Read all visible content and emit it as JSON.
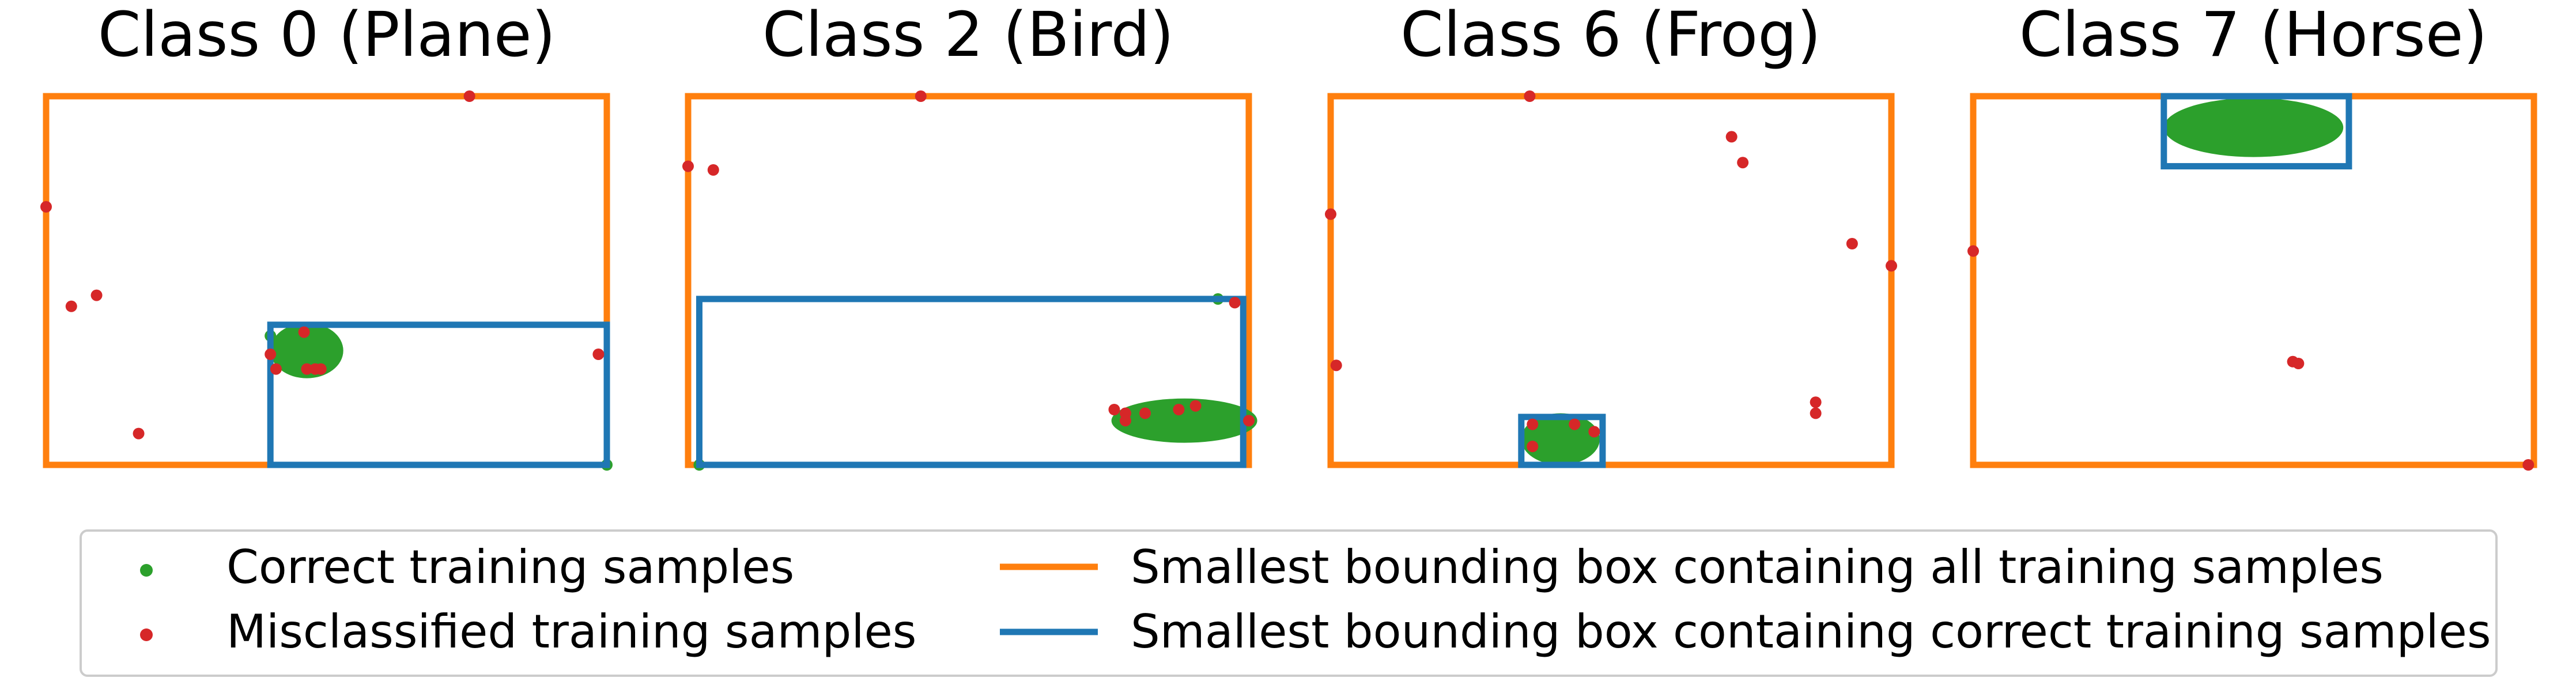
{
  "chart_data": {
    "type": "scatter",
    "panels": [
      {
        "title": "Class 0 (Plane)",
        "xlim": [
          0,
          1
        ],
        "ylim": [
          0,
          1
        ],
        "all_box": [
          0,
          0,
          1,
          1
        ],
        "correct_box": [
          0.4,
          0,
          1,
          0.38
        ],
        "correct_cluster": {
          "cx": 0.465,
          "cy": 0.31,
          "rx": 0.065,
          "ry": 0.075
        },
        "correct_points": [
          [
            0.4,
            0.35
          ],
          [
            1.0,
            0.0
          ]
        ],
        "misclassified_points": [
          [
            0.0,
            0.7
          ],
          [
            0.755,
            1.0
          ],
          [
            0.045,
            0.43
          ],
          [
            0.09,
            0.46
          ],
          [
            0.165,
            0.085
          ],
          [
            0.4,
            0.3
          ],
          [
            0.41,
            0.26
          ],
          [
            0.465,
            0.26
          ],
          [
            0.48,
            0.26
          ],
          [
            0.49,
            0.26
          ],
          [
            0.46,
            0.36
          ],
          [
            0.985,
            0.3
          ]
        ]
      },
      {
        "title": "Class 2 (Bird)",
        "xlim": [
          0,
          1
        ],
        "ylim": [
          0,
          1
        ],
        "all_box": [
          0,
          0,
          1,
          1
        ],
        "correct_box": [
          0.02,
          0,
          0.99,
          0.45
        ],
        "correct_cluster": {
          "cx": 0.885,
          "cy": 0.12,
          "rx": 0.13,
          "ry": 0.06
        },
        "correct_points": [
          [
            0.02,
            0.0
          ],
          [
            0.945,
            0.45
          ]
        ],
        "misclassified_points": [
          [
            0.0,
            0.81
          ],
          [
            0.045,
            0.8
          ],
          [
            0.415,
            1.0
          ],
          [
            0.76,
            0.15
          ],
          [
            0.78,
            0.14
          ],
          [
            0.815,
            0.14
          ],
          [
            0.875,
            0.15
          ],
          [
            0.905,
            0.16
          ],
          [
            0.78,
            0.12
          ],
          [
            0.975,
            0.44
          ],
          [
            1.0,
            0.12
          ]
        ]
      },
      {
        "title": "Class 6 (Frog)",
        "xlim": [
          0,
          1
        ],
        "ylim": [
          0,
          1
        ],
        "all_box": [
          0,
          0,
          1,
          1
        ],
        "correct_box": [
          0.34,
          0,
          0.485,
          0.13
        ],
        "correct_cluster": {
          "cx": 0.41,
          "cy": 0.07,
          "rx": 0.07,
          "ry": 0.07
        },
        "correct_points": [],
        "misclassified_points": [
          [
            0.0,
            0.68
          ],
          [
            0.355,
            1.0
          ],
          [
            0.715,
            0.89
          ],
          [
            0.735,
            0.82
          ],
          [
            0.93,
            0.6
          ],
          [
            1.0,
            0.54
          ],
          [
            0.01,
            0.27
          ],
          [
            0.865,
            0.17
          ],
          [
            0.865,
            0.14
          ],
          [
            0.36,
            0.11
          ],
          [
            0.435,
            0.11
          ],
          [
            0.47,
            0.09
          ],
          [
            0.36,
            0.05
          ]
        ]
      },
      {
        "title": "Class 7 (Horse)",
        "xlim": [
          0,
          1
        ],
        "ylim": [
          0,
          1
        ],
        "all_box": [
          0,
          0,
          1,
          1
        ],
        "correct_box": [
          0.34,
          0.81,
          0.67,
          1.0
        ],
        "correct_cluster": {
          "cx": 0.5,
          "cy": 0.915,
          "rx": 0.16,
          "ry": 0.08
        },
        "correct_points": [],
        "misclassified_points": [
          [
            0.0,
            0.58
          ],
          [
            0.57,
            0.28
          ],
          [
            0.58,
            0.275
          ],
          [
            0.99,
            0.0
          ]
        ]
      }
    ],
    "legend": {
      "position": "bottom",
      "entries": [
        {
          "label": "Correct training samples",
          "marker": "dot",
          "color": "#2ca02c"
        },
        {
          "label": "Misclassified training samples",
          "marker": "dot",
          "color": "#d62728"
        },
        {
          "label": "Smallest bounding box containing all training samples",
          "marker": "line",
          "color": "#ff7f0e"
        },
        {
          "label": "Smallest bounding box containing correct training samples",
          "marker": "line",
          "color": "#1f77b4"
        }
      ]
    },
    "grid": false,
    "axes_visible": false
  },
  "colors": {
    "all_box": "#ff7f0e",
    "correct_box": "#1f77b4",
    "correct": "#2ca02c",
    "misclassified": "#d62728",
    "legend_border": "#cccccc"
  }
}
